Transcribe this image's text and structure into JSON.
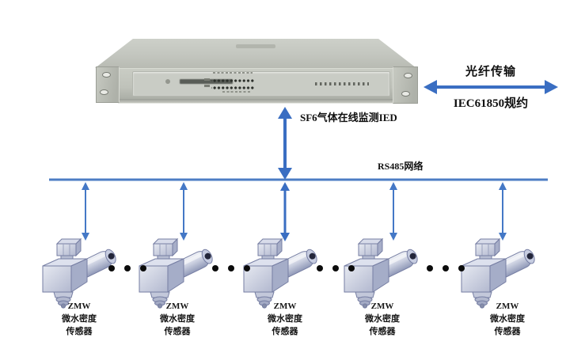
{
  "connections": {
    "fiber_label": "光纤传输",
    "protocol_label": "IEC61850规约",
    "ied_label": "SF6气体在线监测IED",
    "bus_label": "RS485网络"
  },
  "sensors": [
    {
      "line1": "ZMW",
      "line2": "微水密度",
      "line3": "传感器"
    },
    {
      "line1": "ZMW",
      "line2": "微水密度",
      "line3": "传感器"
    },
    {
      "line1": "ZMW",
      "line2": "微水密度",
      "line3": "传感器"
    },
    {
      "line1": "ZMW",
      "line2": "微水密度",
      "line3": "传感器"
    },
    {
      "line1": "ZMW",
      "line2": "微水密度",
      "line3": "传感器"
    }
  ],
  "colors": {
    "arrow_blue": "#3a6ec2",
    "drop_arrow_blue": "#4478c6",
    "bus_blue": "#4d7dc4",
    "device_gray": "#c3c6bf",
    "ellipsis_dot": "#0b0b0b"
  }
}
